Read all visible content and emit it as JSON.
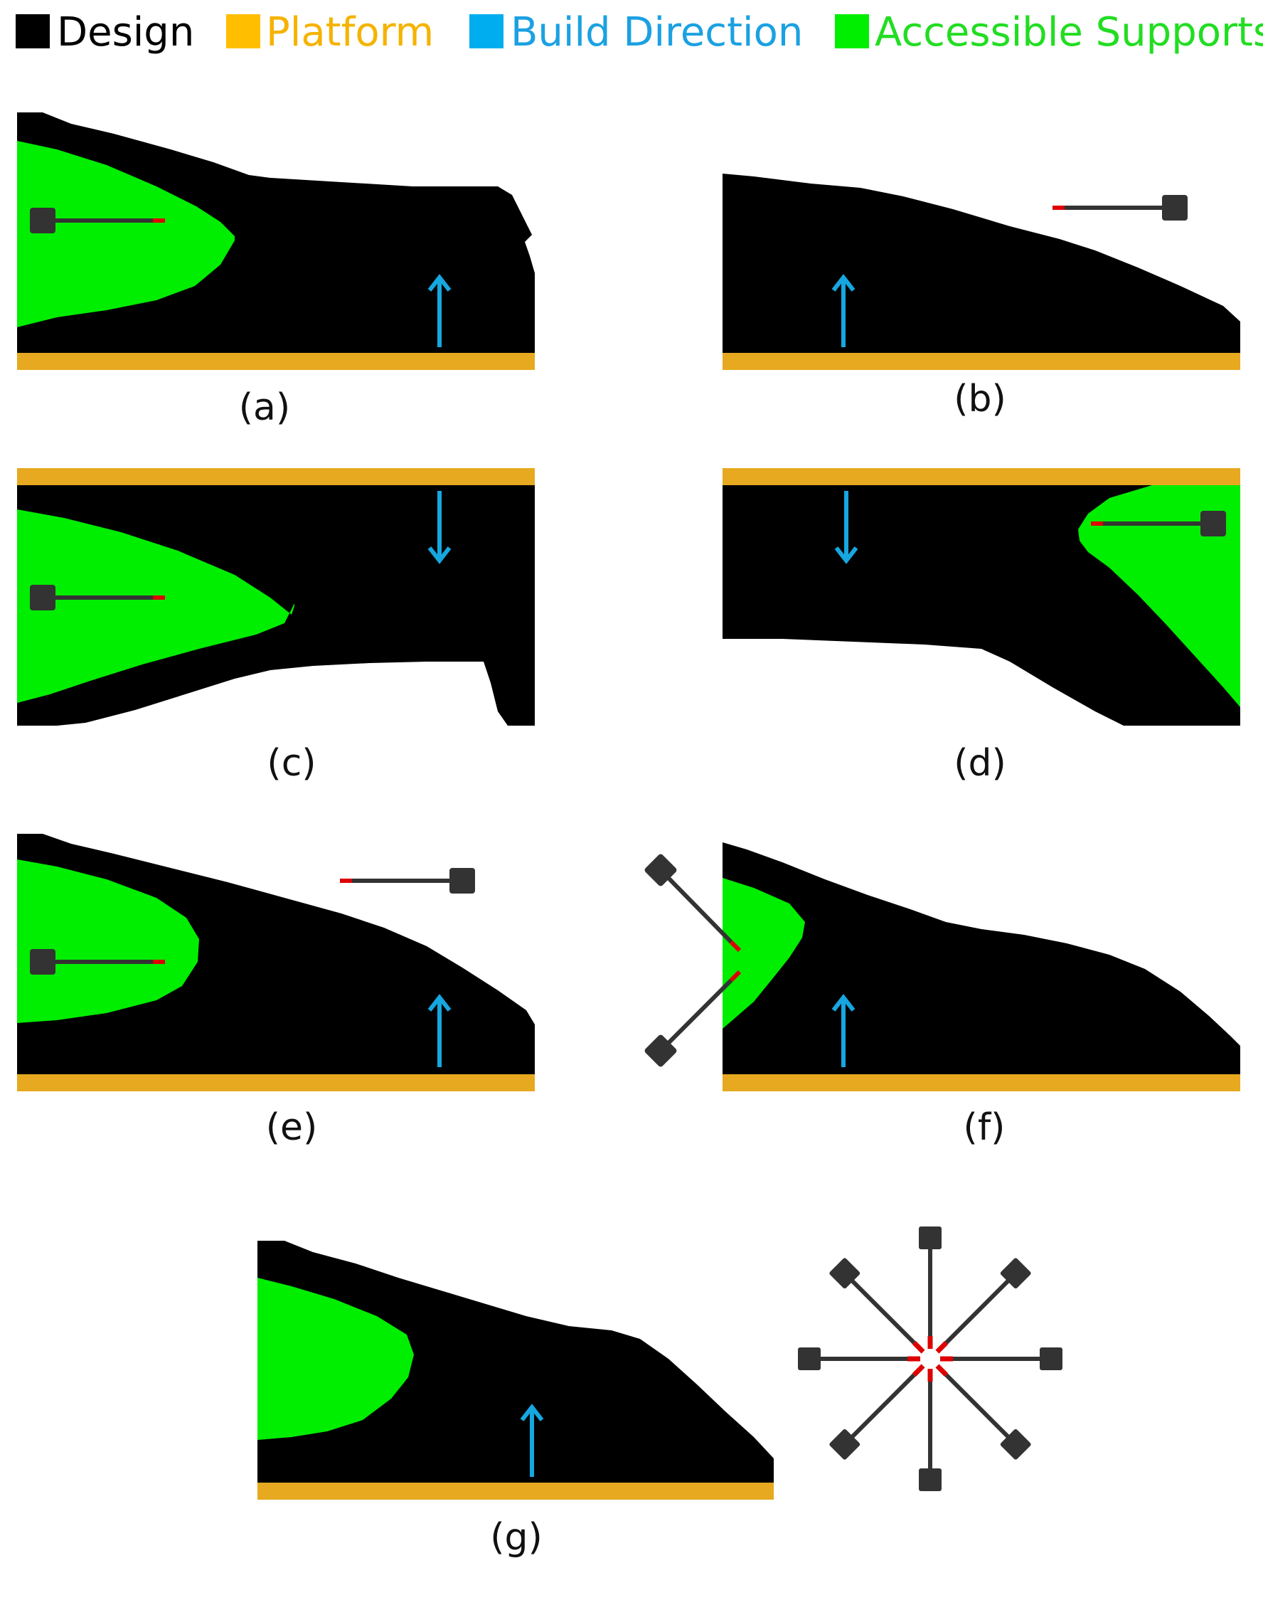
{
  "legend": [
    {
      "label": "Design",
      "color": "#000000",
      "text_color": "#000000"
    },
    {
      "label": "Platform",
      "color": "#FFBF00",
      "text_color": "#F5B300"
    },
    {
      "label": "Build Direction",
      "color": "#00AEEF",
      "text_color": "#1BA1E2"
    },
    {
      "label": "Accessible Supports",
      "color": "#00EE00",
      "text_color": "#22DD22"
    }
  ],
  "colors": {
    "design": "#000000",
    "platform": "#E6A91F",
    "build_direction": "#16A7E0",
    "supports": "#00EE00",
    "tool_body": "#333333",
    "tool_tip": "#DD0000"
  },
  "panels": [
    {
      "label": "(a)",
      "build_direction": "up",
      "has_supports": true
    },
    {
      "label": "(b)",
      "build_direction": "up",
      "has_supports": false
    },
    {
      "label": "(c)",
      "build_direction": "down",
      "has_supports": true
    },
    {
      "label": "(d)",
      "build_direction": "down",
      "has_supports": true
    },
    {
      "label": "(e)",
      "build_direction": "up",
      "has_supports": true
    },
    {
      "label": "(f)",
      "build_direction": "up",
      "has_supports": true
    },
    {
      "label": "(g)",
      "build_direction": "up",
      "has_supports": true
    }
  ],
  "icons": {
    "tool": "tool-probe-icon",
    "multi_tool": "multi-direction-tool-icon",
    "arrow": "build-direction-arrow-icon"
  }
}
